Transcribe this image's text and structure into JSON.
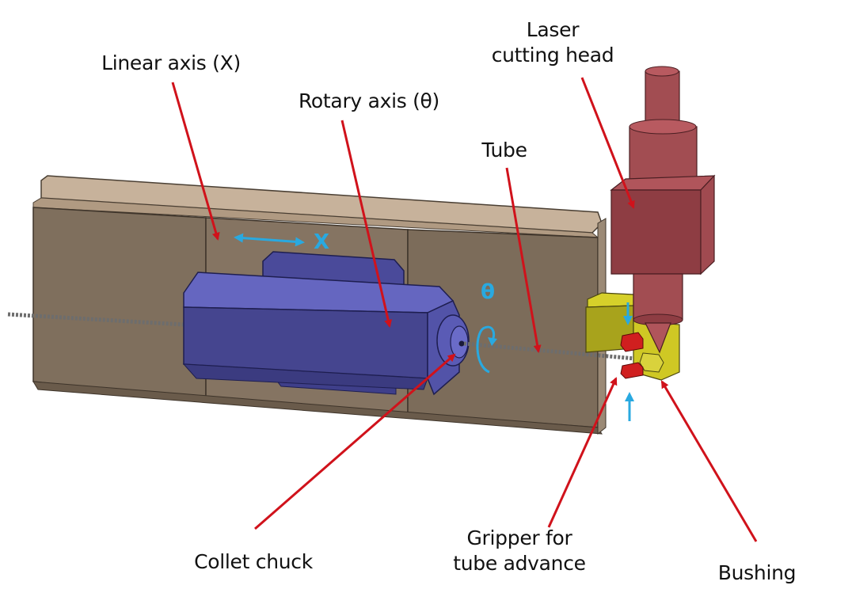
{
  "title": "Laser tube cutting machine schematic",
  "colors": {
    "leader_arrow": "#d0121b",
    "motion_arrow": "#29a9e0",
    "frame": "#7a6a58",
    "frame_top": "#c7b29b",
    "chuck": "#4b4aa0",
    "laser_head": "#a24d52",
    "bushing": "#c9c21a",
    "gripper": "#d01f1f",
    "tube": "#6d6d6d"
  },
  "labels": {
    "linear_axis": "Linear axis (X)",
    "rotary_axis": "Rotary axis (θ)",
    "tube": "Tube",
    "laser_head_line1": "Laser",
    "laser_head_line2": "cutting head",
    "collet_chuck": "Collet chuck",
    "gripper_line1": "Gripper for",
    "gripper_line2": "tube advance",
    "bushing": "Bushing"
  },
  "motion_symbols": {
    "linear": "X",
    "rotary": "θ"
  }
}
